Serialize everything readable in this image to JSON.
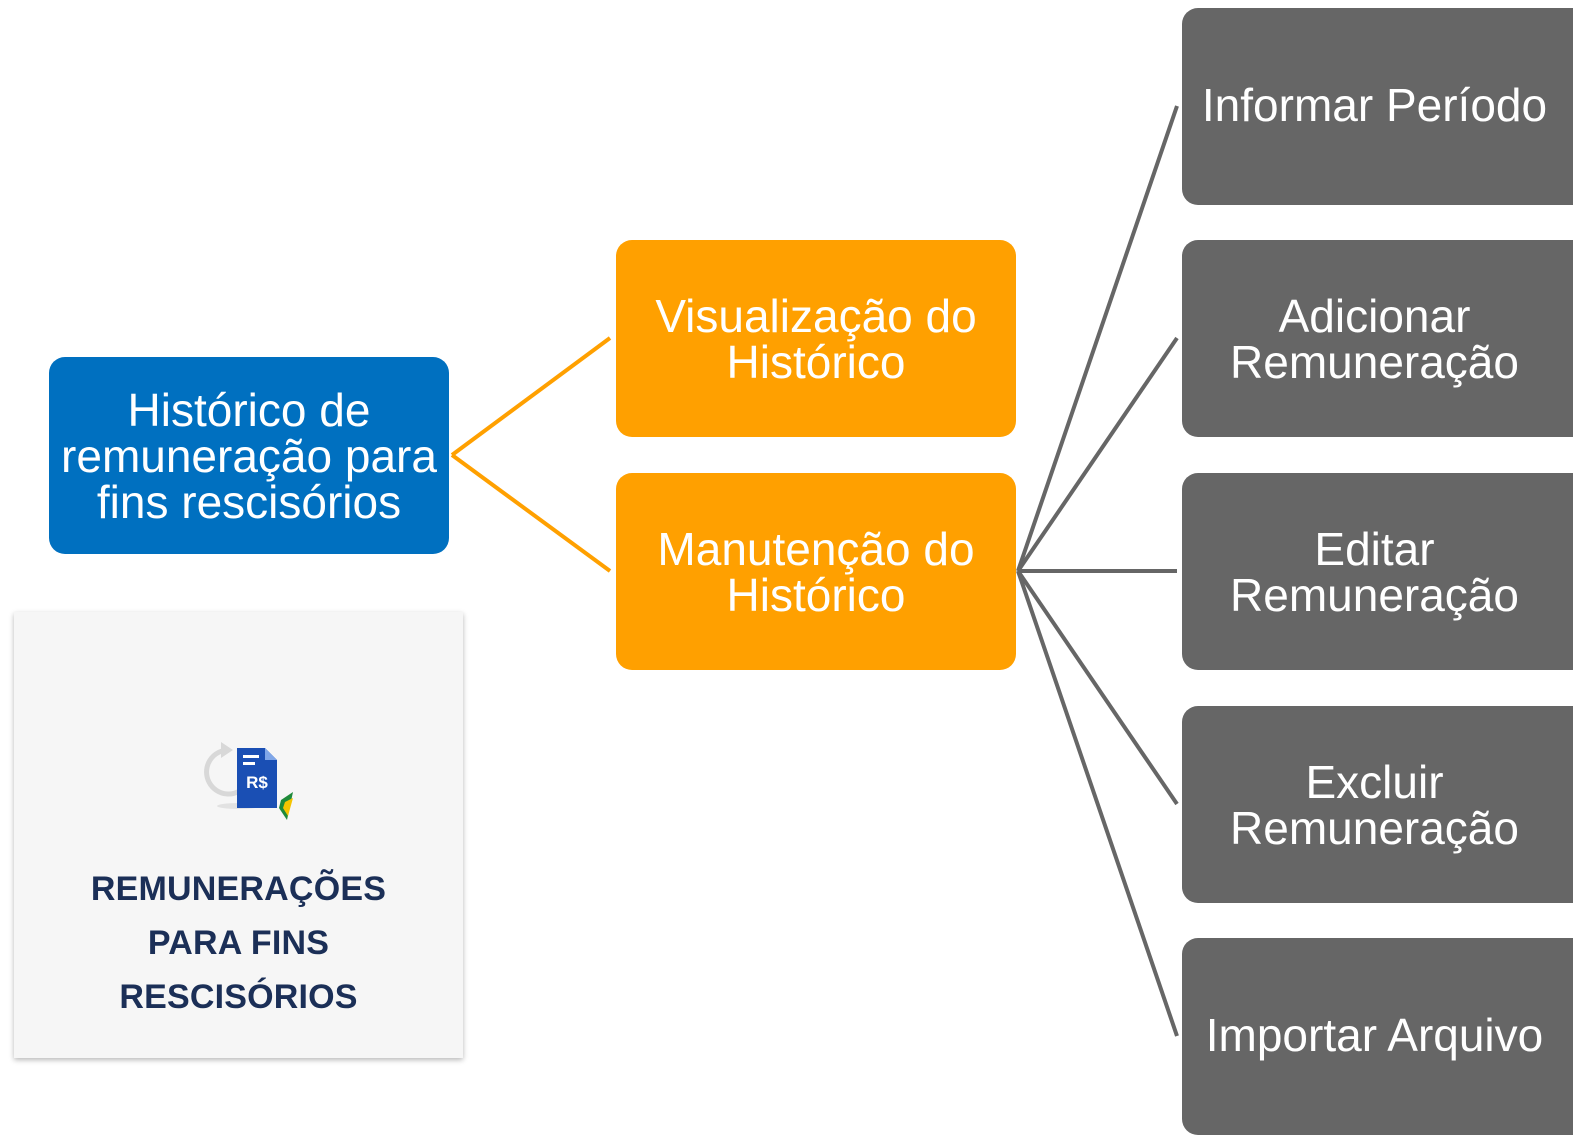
{
  "colors": {
    "root_fill": "#0070c0",
    "mid_fill": "#ffa000",
    "leaf_fill": "#666666",
    "root_connector": "#ffa000",
    "mid_connector": "#666666",
    "card_bg": "#f6f6f6",
    "card_text": "#1b2f57",
    "icon_doc": "#1a4fb4",
    "icon_flag_green": "#1f8a3a",
    "icon_flag_yellow": "#f5c400"
  },
  "diagram": {
    "root": {
      "label": "Histórico de\nremuneração para\nfins rescisórios"
    },
    "children": [
      {
        "label": "Visualização do\nHistórico",
        "children": []
      },
      {
        "label": "Manutenção do\nHistórico",
        "children": [
          {
            "label": "Informar Período"
          },
          {
            "label": "Adicionar\nRemuneração"
          },
          {
            "label": "Editar\nRemuneração"
          },
          {
            "label": "Excluir\nRemuneração"
          },
          {
            "label": "Importar Arquivo"
          }
        ]
      }
    ]
  },
  "card": {
    "icon": "remuneration-document-icon",
    "icon_text": "R$",
    "title": "REMUNERAÇÕES\nPARA FINS\nRESCISÓRIOS"
  }
}
